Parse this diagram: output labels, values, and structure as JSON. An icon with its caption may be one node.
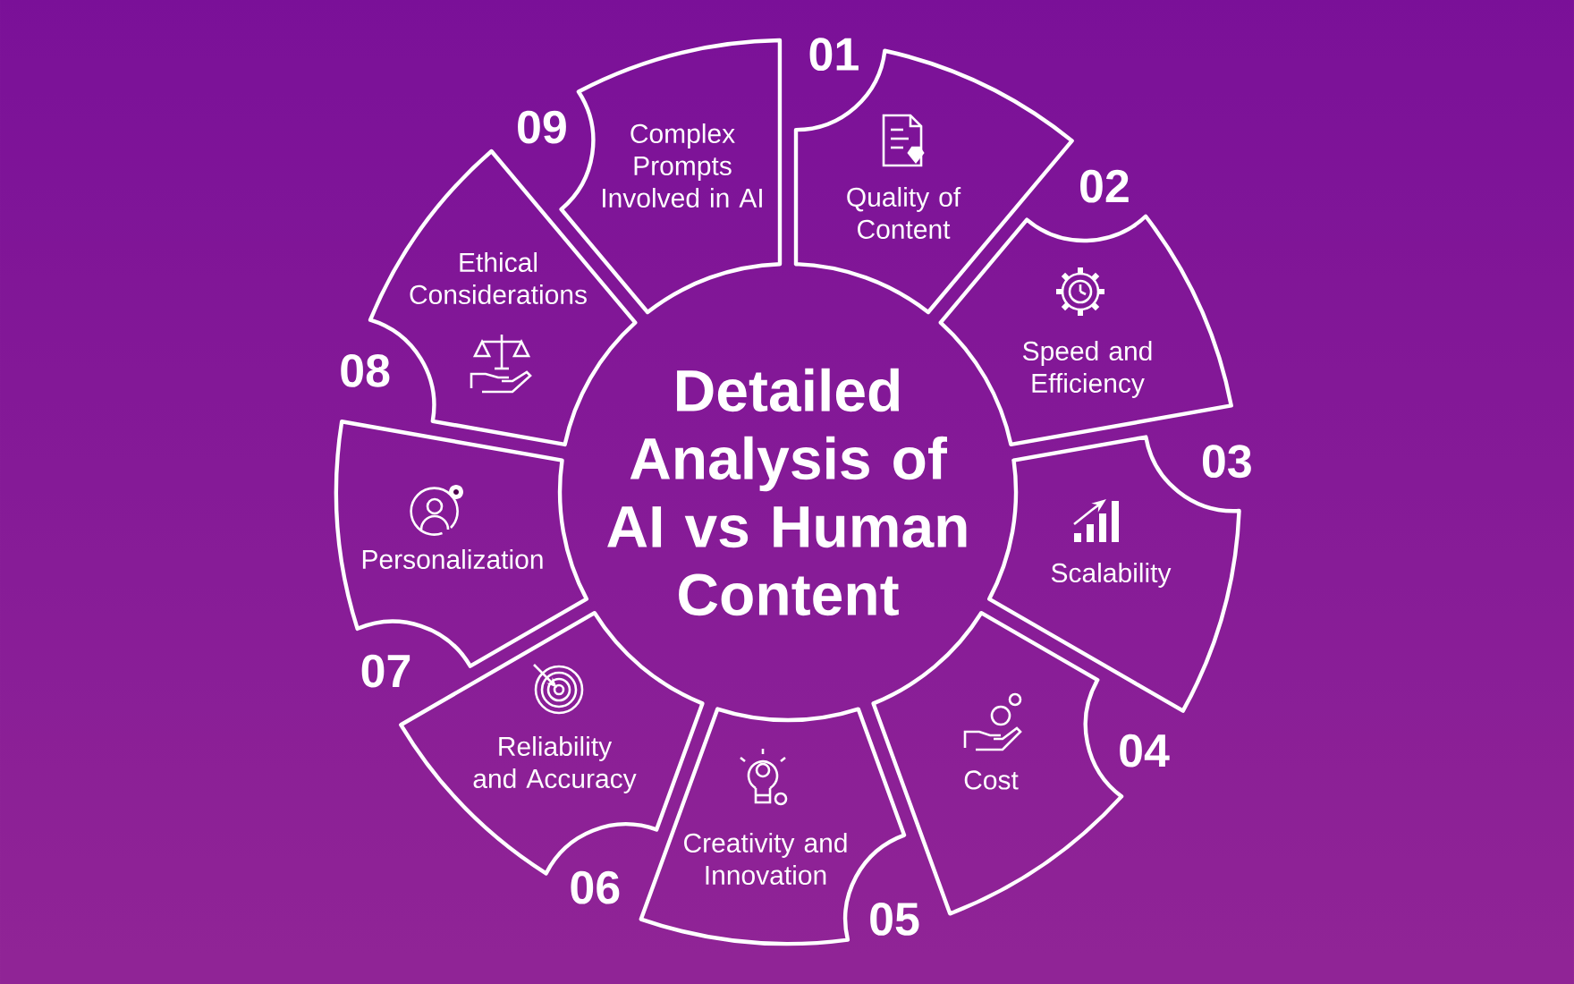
{
  "diagram": {
    "title": "Detailed Analysis of AI vs Human Content",
    "nodes": [
      {
        "text": [
          "Quality of Content"
        ],
        "beside": [
          "01"
        ]
      },
      {
        "text": [
          "Speed and Efficiency"
        ],
        "beside": [
          "02"
        ]
      },
      {
        "text": [
          "Scalability"
        ],
        "beside": [
          "03"
        ]
      },
      {
        "text": [
          "Cost"
        ],
        "beside": [
          "04"
        ]
      },
      {
        "text": [
          "Creativity and Innovation"
        ],
        "beside": [
          "05"
        ]
      },
      {
        "text": [
          "Reliability and Accuracy"
        ],
        "beside": [
          "06"
        ]
      },
      {
        "text": [
          "Personalization"
        ],
        "beside": [
          "07"
        ]
      },
      {
        "text": [
          "Ethical Considerations"
        ],
        "beside": [
          "08"
        ]
      },
      {
        "text": [
          "Complex Prompts Involved in AI"
        ],
        "beside": [
          "09"
        ]
      }
    ]
  }
}
